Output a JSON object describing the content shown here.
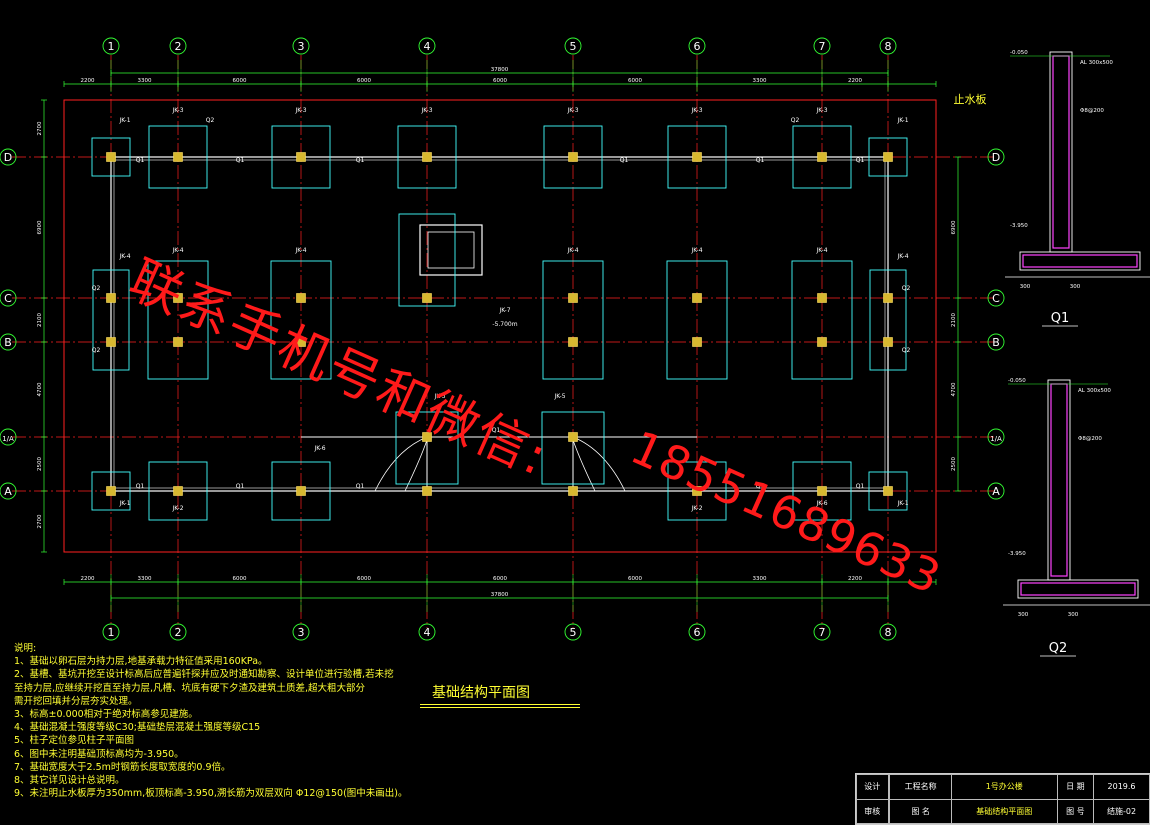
{
  "drawing_title": "基础结构平面图",
  "axis_numbers": [
    "1",
    "2",
    "3",
    "4",
    "5",
    "6",
    "7",
    "8"
  ],
  "axis_letters": [
    "D",
    "C",
    "B",
    "1/A",
    "A"
  ],
  "overall_dim": "37800",
  "top_dims": [
    "2200",
    "3300",
    "6000",
    "6000",
    "6000",
    "6000",
    "3300",
    "2200"
  ],
  "bottom_dims": [
    "2200",
    "3300",
    "6000",
    "6000",
    "6000",
    "6000",
    "3300",
    "2200"
  ],
  "left_dims": [
    "2700",
    "6900",
    "2100",
    "4700",
    "2500",
    "2700"
  ],
  "right_dims": [
    "6900",
    "2100",
    "4700",
    "2500"
  ],
  "labels": {
    "water_board": "止水板",
    "q1": "Q1",
    "q2": "Q2",
    "section_q1": "Q1",
    "section_q2": "Q2",
    "jk1": "JK-1",
    "jk2": "JK-2",
    "jk3": "JK-3",
    "jk4": "JK-4",
    "jk5": "JK-5",
    "jk6": "JK-6",
    "jk7": "JK-7",
    "level": "-5.700m",
    "s_level1": "-0.050",
    "s_level2": "-3.950",
    "s_al": "AL 300x500",
    "s_rebar": "Φ8@200",
    "s_wall": "300",
    "s_base": "300"
  },
  "notes": {
    "title": "说明:",
    "items": [
      "1、基础以卵石层为持力层,地基承载力特征值采用160KPa。",
      "2、基槽、基坑开挖至设计标高后应普遍钎探并应及时通知勘察、设计单位进行验槽,若未挖",
      "   至持力层,应继续开挖直至持力层,凡槽、坑底有硬下夕渣及建筑土质差,超大粗大部分",
      "   需开挖回填并分层夯实处理。",
      "3、标高±0.000相对于绝对标高参见建施。",
      "4、基础混凝土强度等级C30;基础垫层混凝土强度等级C15",
      "5、柱子定位参见柱子平面图",
      "6、图中未注明基础顶标高均为-3.950。",
      "7、基础宽度大于2.5m时钢筋长度取宽度的0.9倍。",
      "8、其它详见设计总说明。",
      "9、未注明止水板厚为350mm,板顶标高-3.950,溯长筋为双层双向 Φ12@150(图中未画出)。"
    ]
  },
  "title_block": {
    "r1": [
      "设计",
      "",
      "工程名称",
      "1号办公楼",
      "日 期",
      "2019.6"
    ],
    "r2": [
      "审核",
      "",
      "图 名",
      "基础结构平面图",
      "图 号",
      "结施-02"
    ]
  },
  "watermark": {
    "line1": "联系手机号和微信:",
    "line2": "18551689633"
  },
  "colors": {
    "grid": "#ff2020",
    "dim": "#33ff33",
    "footing": "#44ffff",
    "beam": "#ffffff",
    "text": "#ffff33",
    "section": "#ff44ff"
  }
}
